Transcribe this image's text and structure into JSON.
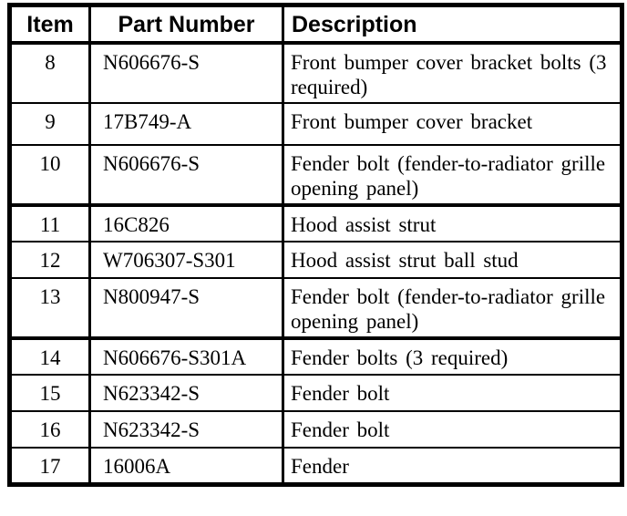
{
  "colors": {
    "border": "#000000",
    "background": "#ffffff",
    "text": "#000000"
  },
  "table": {
    "columns": [
      "Item",
      "Part Number",
      "Description"
    ],
    "rows": [
      {
        "item": "8",
        "part": "N606676-S",
        "desc": "Front bumper cover bracket bolts (3 required)"
      },
      {
        "item": "9",
        "part": "17B749-A",
        "desc": "Front bumper cover bracket"
      },
      {
        "item": "10",
        "part": "N606676-S",
        "desc": "Fender bolt (fender-to-radiator grille opening panel)"
      },
      {
        "item": "11",
        "part": "16C826",
        "desc": "Hood assist strut"
      },
      {
        "item": "12",
        "part": "W706307-S301",
        "desc": "Hood assist strut ball stud"
      },
      {
        "item": "13",
        "part": "N800947-S",
        "desc": "Fender bolt (fender-to-radiator grille opening panel)"
      },
      {
        "item": "14",
        "part": "N606676-S301A",
        "desc": "Fender bolts (3 required)"
      },
      {
        "item": "15",
        "part": "N623342-S",
        "desc": "Fender bolt"
      },
      {
        "item": "16",
        "part": "N623342-S",
        "desc": "Fender bolt"
      },
      {
        "item": "17",
        "part": "16006A",
        "desc": "Fender"
      }
    ]
  }
}
